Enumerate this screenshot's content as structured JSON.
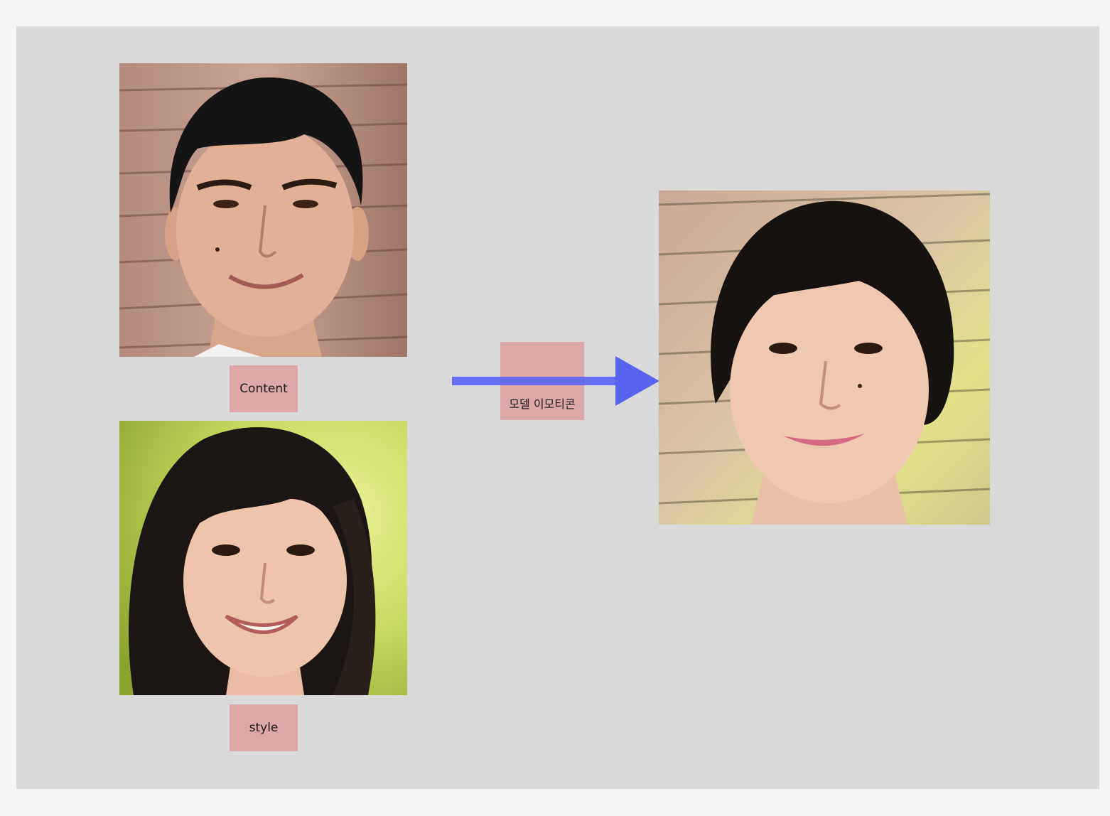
{
  "diagram": {
    "labels": {
      "content": "Content",
      "style": "style",
      "model": "모델 이모티콘"
    },
    "colors": {
      "page_background": "#f4f4f4",
      "canvas_background": "#d9d9d9",
      "label_fill": "#dfa8a8",
      "arrow": "#5a63f0"
    },
    "images": {
      "content": "photo of a smiling man with short black hair in front of a wooden slat wall",
      "style": "photo of a smiling young woman with long dark hair and bangs on a green-yellow background",
      "result": "generated photo of a smiling woman with short dark hair and bangs in front of a wooden slat wall"
    }
  }
}
